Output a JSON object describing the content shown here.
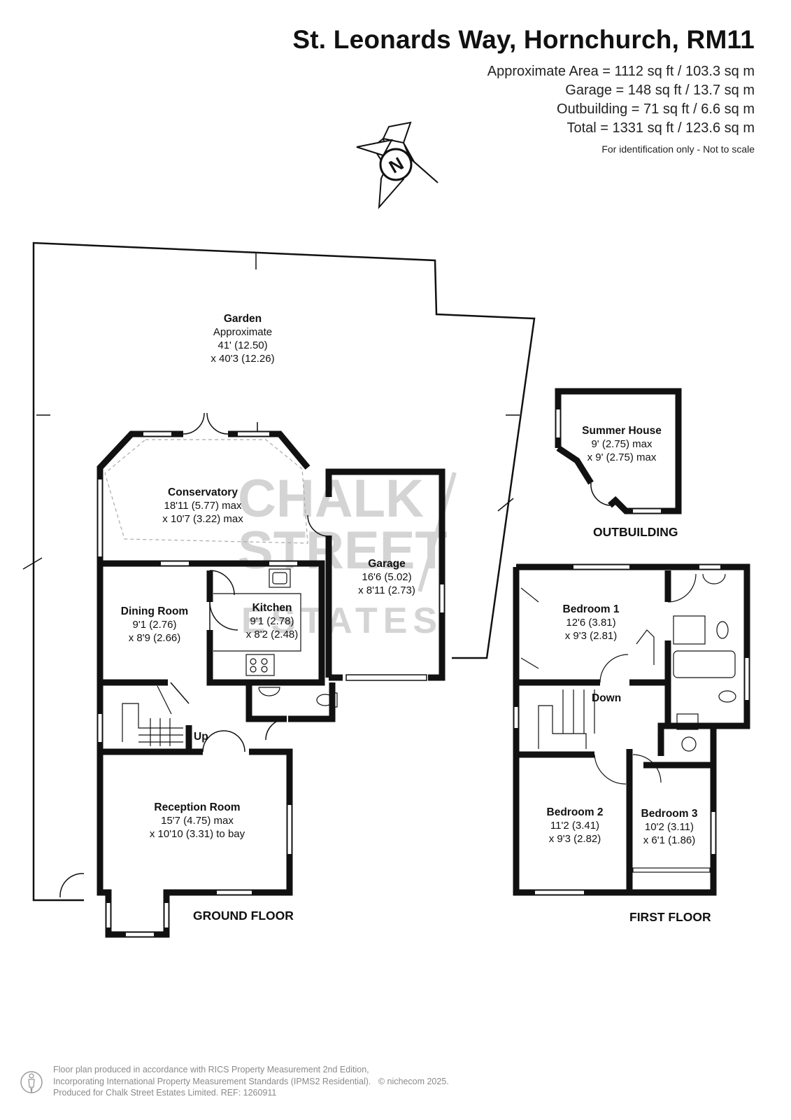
{
  "header": {
    "title": "St. Leonards Way, Hornchurch, RM11",
    "areas": [
      "Approximate Area = 1112 sq ft / 103.3 sq m",
      "Garage = 148 sq ft / 13.7 sq m",
      "Outbuilding = 71 sq ft / 6.6 sq m",
      "Total = 1331 sq ft / 123.6 sq m"
    ],
    "note": "For identification only - Not to scale"
  },
  "compass": {
    "label": "N",
    "icon": "compass-rose-icon"
  },
  "watermark": {
    "line1": "CHALK",
    "line2": "STREET",
    "line3": "ESTATES"
  },
  "rooms": {
    "garden": {
      "name": "Garden",
      "lines": [
        "Approximate",
        "41' (12.50)",
        "x 40'3 (12.26)"
      ]
    },
    "conservatory": {
      "name": "Conservatory",
      "lines": [
        "18'11 (5.77) max",
        "x 10'7 (3.22) max"
      ]
    },
    "garage": {
      "name": "Garage",
      "lines": [
        "16'6 (5.02)",
        "x 8'11 (2.73)"
      ]
    },
    "dining": {
      "name": "Dining Room",
      "lines": [
        "9'1 (2.76)",
        "x 8'9 (2.66)"
      ]
    },
    "kitchen": {
      "name": "Kitchen",
      "lines": [
        "9'1 (2.78)",
        "x 8'2 (2.48)"
      ]
    },
    "reception": {
      "name": "Reception Room",
      "lines": [
        "15'7 (4.75) max",
        "x 10'10 (3.31) to bay"
      ]
    },
    "summer": {
      "name": "Summer House",
      "lines": [
        "9' (2.75) max",
        "x 9' (2.75) max"
      ]
    },
    "bed1": {
      "name": "Bedroom 1",
      "lines": [
        "12'6 (3.81)",
        "x 9'3 (2.81)"
      ]
    },
    "bed2": {
      "name": "Bedroom 2",
      "lines": [
        "11'2 (3.41)",
        "x 9'3 (2.82)"
      ]
    },
    "bed3": {
      "name": "Bedroom 3",
      "lines": [
        "10'2 (3.11)",
        "x 6'1 (1.86)"
      ]
    }
  },
  "labels": {
    "up": "Up",
    "down": "Down"
  },
  "floors": {
    "ground": "GROUND FLOOR",
    "first": "FIRST FLOOR",
    "outbuilding": "OUTBUILDING"
  },
  "footer": {
    "lines": [
      "Floor plan produced in accordance with RICS Property Measurement 2nd Edition,",
      "Incorporating International Property Measurement Standards (IPMS2 Residential).",
      "Produced for Chalk Street Estates Limited.   REF:  1260911"
    ],
    "copyright": "© nichecom 2025."
  }
}
